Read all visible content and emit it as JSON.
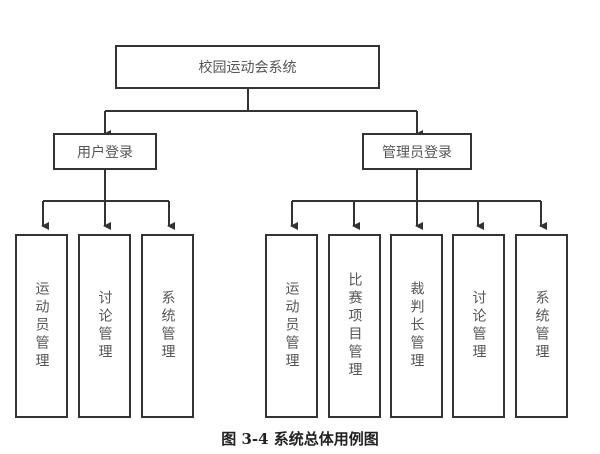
{
  "diagram": {
    "root": {
      "label": "校园运动会系统"
    },
    "branches": [
      {
        "label": "用户登录",
        "children": [
          "运动员管理",
          "讨论管理",
          "系统管理"
        ]
      },
      {
        "label": "管理员登录",
        "children": [
          "运动员管理",
          "比赛项目管理",
          "裁判长管理",
          "讨论管理",
          "系统管理"
        ]
      }
    ],
    "colors": {
      "line": "#333333",
      "text": "#555555"
    }
  },
  "caption": "图 3-4  系统总体用例图"
}
